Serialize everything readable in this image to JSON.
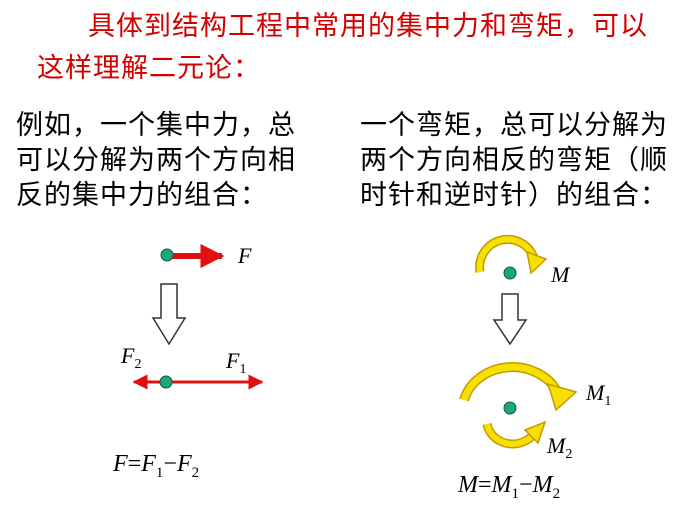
{
  "title": {
    "line1": "具体到结构工程中常用的集中力和弯矩，可以",
    "line2": "这样理解二元论："
  },
  "left": {
    "lines": [
      "例如，一个集中力，总",
      "可以分解为两个方向相",
      "反的集中力的组合："
    ],
    "label_F": "F",
    "label_F1": "F",
    "label_F1_sub": "1",
    "label_F2": "F",
    "label_F2_sub": "2",
    "equation": {
      "lhs": "F",
      "eq": "=",
      "t1": "F",
      "t1_sub": "1",
      "minus": "−",
      "t2": "F",
      "t2_sub": "2"
    }
  },
  "right": {
    "lines": [
      "一个弯矩，总可以分解为",
      "两个方向相反的弯矩（顺",
      "时针和逆时针）的组合："
    ],
    "label_M": "M",
    "label_M1": "M",
    "label_M1_sub": "1",
    "label_M2": "M",
    "label_M2_sub": "2",
    "equation": {
      "lhs": "M",
      "eq": "=",
      "t1": "M",
      "t1_sub": "1",
      "minus": "−",
      "t2": "M",
      "t2_sub": "2"
    }
  },
  "colors": {
    "title": "#d40000",
    "force_arrow": "#e01010",
    "moment_arrow": "#f5e000",
    "moment_outline": "#c59a00",
    "node": "#1fa57a",
    "hollow_arrow_stroke": "#333333"
  },
  "icons": [
    "point-node-icon",
    "force-arrow-icon",
    "hollow-down-arrow-icon",
    "curved-moment-arrow-icon"
  ]
}
